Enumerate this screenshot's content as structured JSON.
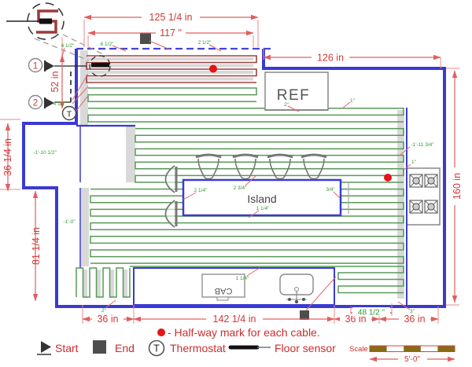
{
  "fixtures": {
    "ref": "REF",
    "island": "Island",
    "cab": "CAB"
  },
  "dims": {
    "top_outer": "125 1/4 in",
    "top_inner": "117 \"",
    "top_right": "126 in",
    "right": "160 in",
    "left_top": "52 in",
    "left_mid": "36 1/4 in",
    "left_bottom": "81 1/4 in",
    "bottom_left": "36 in",
    "bottom_center": "142 1/4 in",
    "bottom_green": "48 1/2 \"",
    "bottom_right1": "36 in",
    "bottom_right2": "36 in"
  },
  "gaps": {
    "g1": "4 1/2\"",
    "g2": "6 1/2\"",
    "g3": "2 1/2\"",
    "g4": "4 1/2\"",
    "g5": "-1'-10 1/2\"",
    "g6": "-1'-0\"",
    "g7": "2 1/4\"",
    "g8": "2 3/4\"",
    "g9": "3/4\"",
    "g10": "1 1/4\"",
    "g11": "-1'-11 3/4\"",
    "g12": "1\"",
    "g13": "2\"",
    "g14": "1\"",
    "g15": "1 1/4\"",
    "g16": "2\"",
    "g17": "3\""
  },
  "markers": {
    "n1": "1",
    "n2": "2",
    "t": "T"
  },
  "legend": {
    "start": "Start",
    "end": "End",
    "t": "T",
    "thermostat_label": "Thermostat",
    "halfway": "- Half-way mark for each cable.",
    "floor_sensor": "Floor sensor",
    "scale_label": "Scale",
    "scale_value": "5'-0\""
  },
  "colors": {
    "wall_blue": "#3a3ad2",
    "cable_dark_red": "#9c4040",
    "cable_green": "#579a57",
    "dimension_red": "#d23737",
    "gap_green": "#2f9b2f",
    "halfway_dot": "#e31515",
    "scale_brown": "#8a6a15"
  }
}
